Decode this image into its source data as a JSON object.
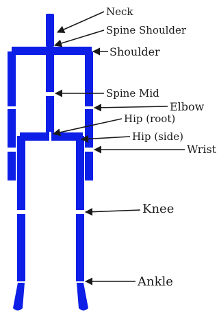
{
  "colors": {
    "skeleton": "#0d1ee6",
    "gap": "#ffffff",
    "label": "#1a1a1a"
  },
  "labels": {
    "neck": "Neck",
    "spine_shoulder": "Spine Shoulder",
    "shoulder": "Shoulder",
    "spine_mid": "Spine Mid",
    "elbow": "Elbow",
    "hip_root": "Hip (root)",
    "hip_side": "Hip (side)",
    "wrist": "Wrist",
    "knee": "Knee",
    "ankle": "Ankle"
  }
}
